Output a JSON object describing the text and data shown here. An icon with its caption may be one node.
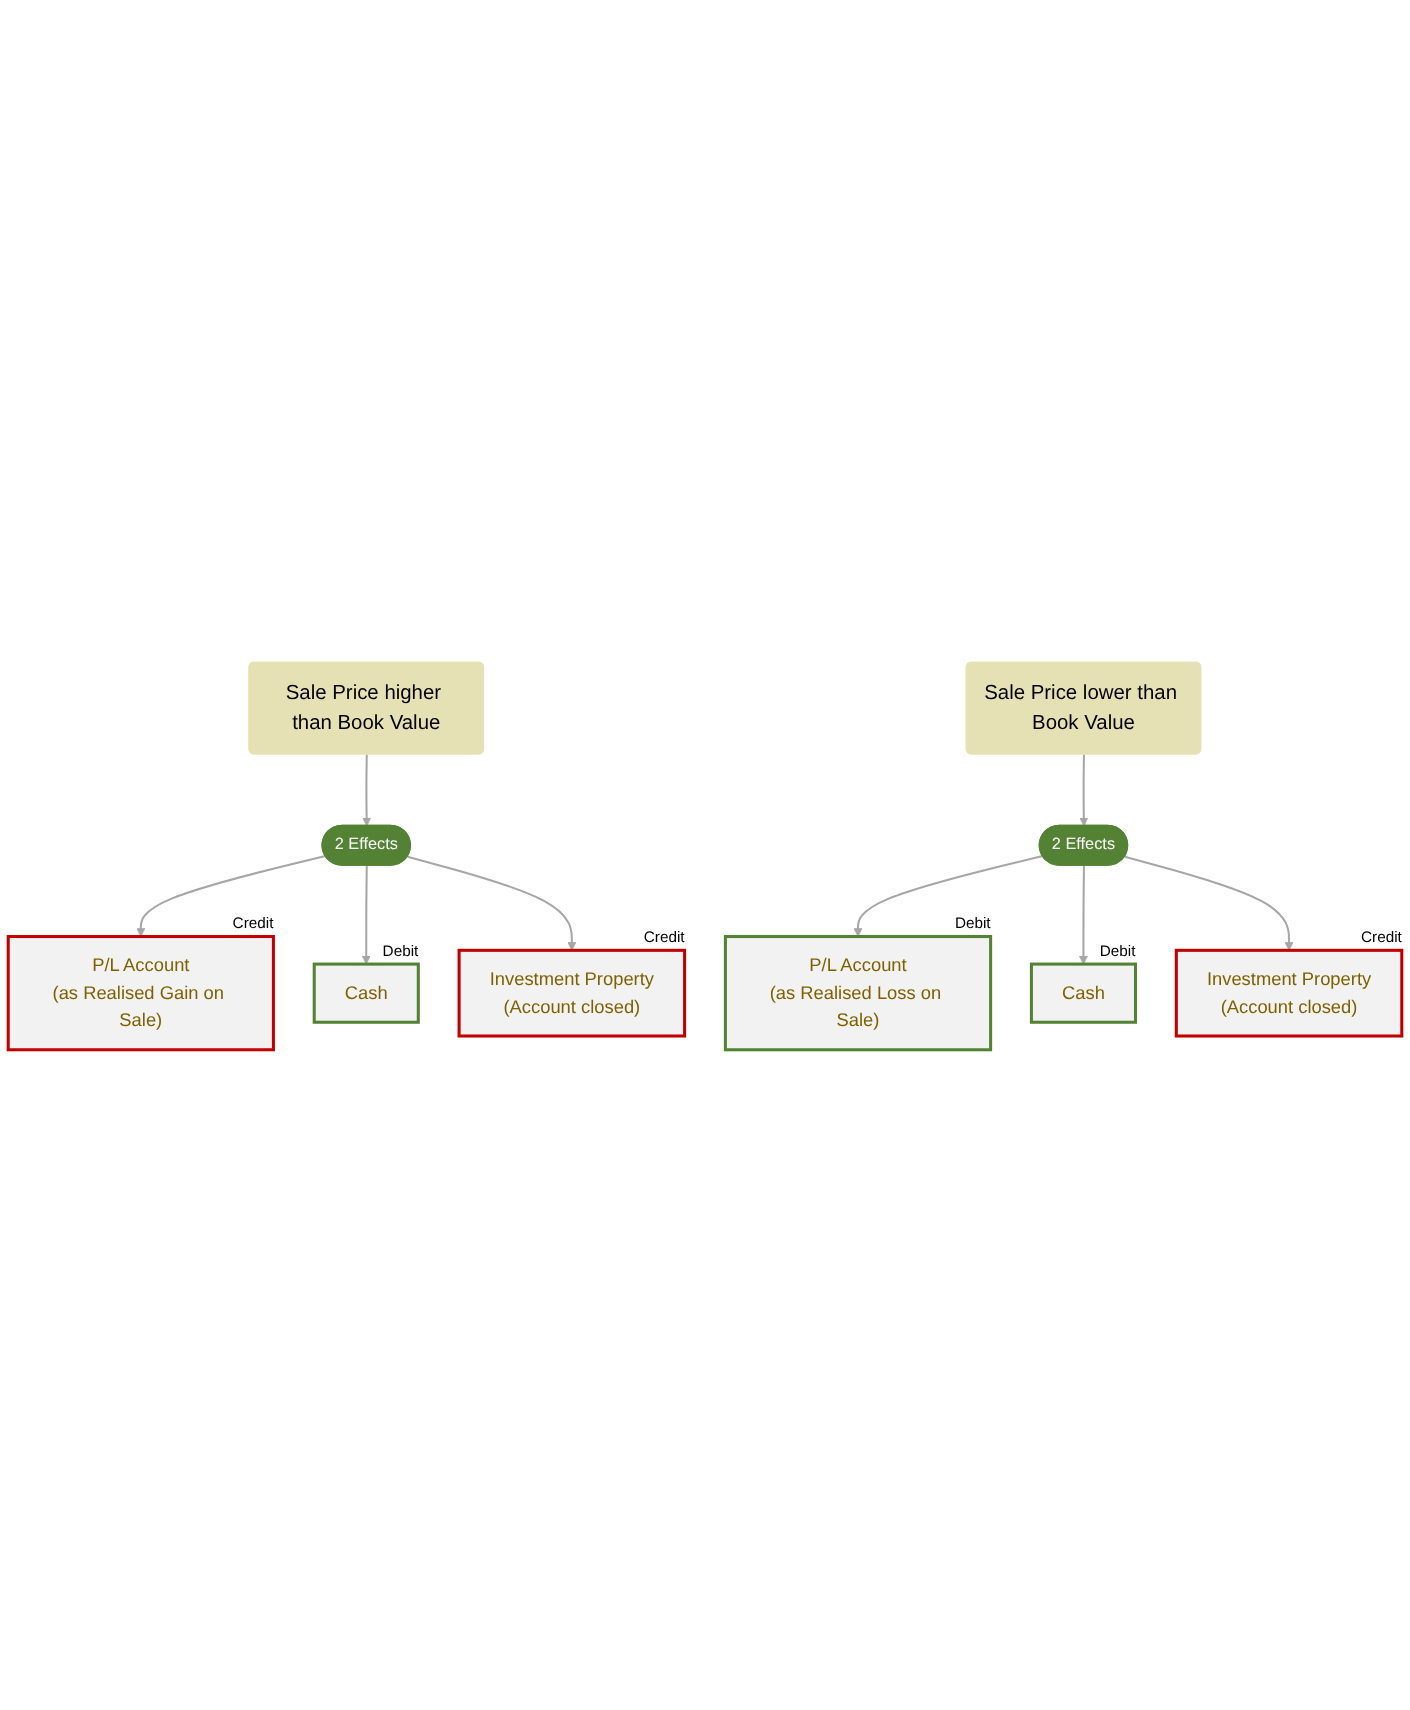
{
  "diagram": {
    "nodes": [
      {
        "text": [
          "Sale Price higher than Book Value"
        ]
      },
      {
        "text": [
          "2 Effects"
        ]
      },
      {
        "text": [
          "P/L Account",
          "(as Realised Gain on Sale)"
        ],
        "beside": [
          "Credit"
        ]
      },
      {
        "text": [
          "Cash"
        ],
        "beside": [
          "Debit"
        ]
      },
      {
        "text": [
          "Investment Property",
          "(Account closed)"
        ],
        "beside": [
          "Credit"
        ]
      },
      {
        "text": [
          "Sale Price lower than Book Value"
        ]
      },
      {
        "text": [
          "2 Effects"
        ]
      },
      {
        "text": [
          "P/L Account",
          "(as Realised Loss on Sale)"
        ],
        "beside": [
          "Debit"
        ]
      },
      {
        "text": [
          "Cash"
        ],
        "beside": [
          "Debit"
        ]
      },
      {
        "text": [
          "Investment Property",
          "(Account closed)"
        ],
        "beside": [
          "Credit"
        ]
      }
    ],
    "edges": [
      {
        "from": 0,
        "to": 1,
        "arrow": "to"
      },
      {
        "from": 1,
        "to": 2,
        "arrow": "to"
      },
      {
        "from": 1,
        "to": 3,
        "arrow": "to"
      },
      {
        "from": 1,
        "to": 4,
        "arrow": "to"
      },
      {
        "from": 5,
        "to": 6,
        "arrow": "to"
      },
      {
        "from": 6,
        "to": 7,
        "arrow": "to"
      },
      {
        "from": 6,
        "to": 8,
        "arrow": "to"
      },
      {
        "from": 6,
        "to": 9,
        "arrow": "to"
      }
    ]
  }
}
